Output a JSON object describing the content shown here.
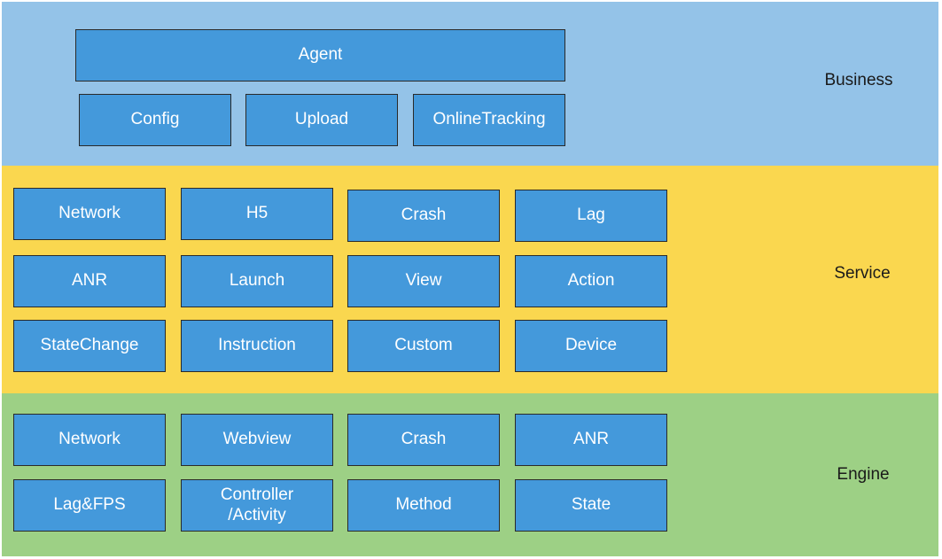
{
  "layers": {
    "business": {
      "label": "Business",
      "agent": "Agent",
      "items": [
        "Config",
        "Upload",
        "OnlineTracking"
      ]
    },
    "service": {
      "label": "Service",
      "items": [
        "Network",
        "H5",
        "Crash",
        "Lag",
        "ANR",
        "Launch",
        "View",
        "Action",
        "StateChange",
        "Instruction",
        "Custom",
        "Device"
      ]
    },
    "engine": {
      "label": "Engine",
      "items": [
        "Network",
        "Webview",
        "Crash",
        "ANR",
        "Lag&FPS",
        "Controller",
        "Method",
        "State"
      ],
      "items_line2": {
        "controller": "/Activity"
      }
    }
  },
  "colors": {
    "business_bg": "#94c3e8",
    "service_bg": "#fad74f",
    "engine_bg": "#9dd085",
    "box_fill": "#4499db",
    "box_border": "#2a2a2a"
  }
}
